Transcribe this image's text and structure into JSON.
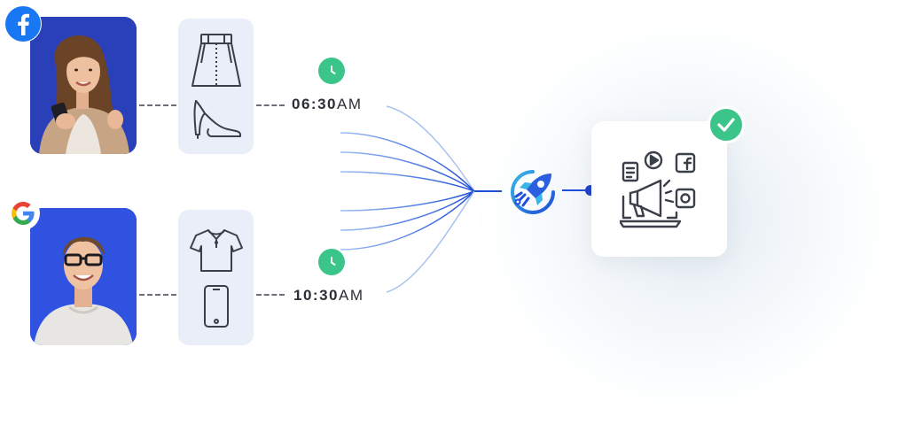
{
  "flows": [
    {
      "source": "facebook",
      "source_icon": "facebook-icon",
      "products": [
        "skirt-icon",
        "high-heel-shoe-icon"
      ],
      "time": "06:30",
      "meridiem": "AM"
    },
    {
      "source": "google",
      "source_icon": "google-icon",
      "products": [
        "polo-shirt-icon",
        "smartphone-icon"
      ],
      "time": "10:30",
      "meridiem": "AM"
    }
  ],
  "hub_icon": "rocket-icon",
  "target_icon": "digital-marketing-icon",
  "status_icon": "check-icon",
  "colors": {
    "facebook": "#1877f2",
    "clock_green": "#3cc58a",
    "line_blue": "#1e4fd8",
    "card_bg": "#e9eef8",
    "icon_dark": "#3b3f4a"
  }
}
